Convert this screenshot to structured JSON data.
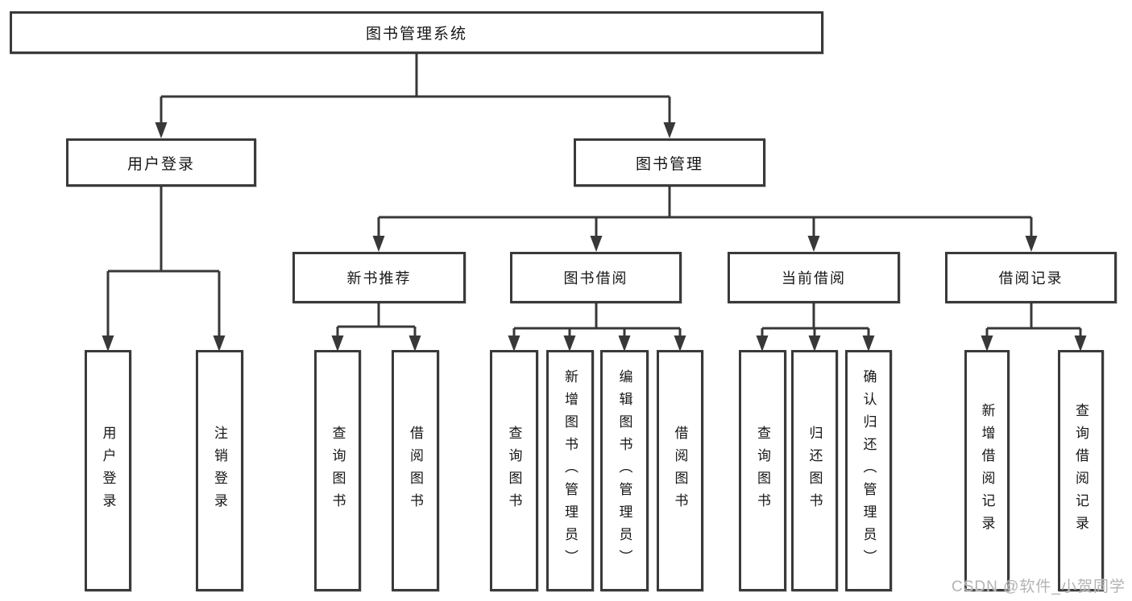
{
  "tree": {
    "label": "图书管理系统",
    "children": [
      {
        "label": "用户登录",
        "children": [
          {
            "label": "用户登录"
          },
          {
            "label": "注销登录"
          }
        ]
      },
      {
        "label": "图书管理",
        "children": [
          {
            "label": "新书推荐",
            "children": [
              {
                "label": "查询图书"
              },
              {
                "label": "借阅图书"
              }
            ]
          },
          {
            "label": "图书借阅",
            "children": [
              {
                "label": "查询图书"
              },
              {
                "label": "新增图书（管理员）"
              },
              {
                "label": "编辑图书（管理员）"
              },
              {
                "label": "借阅图书"
              }
            ]
          },
          {
            "label": "当前借阅",
            "children": [
              {
                "label": "查询图书"
              },
              {
                "label": "归还图书"
              },
              {
                "label": "确认归还（管理员）"
              }
            ]
          },
          {
            "label": "借阅记录",
            "children": [
              {
                "label": "新增借阅记录"
              },
              {
                "label": "查询借阅记录"
              }
            ]
          }
        ]
      }
    ]
  },
  "watermark": {
    "text": "CSDN @软件_小贺同学"
  },
  "colors": {
    "line": "#383838",
    "box_border": "#3a3a3a",
    "text": "#161616",
    "watermark": "#b3b3b3",
    "background": "#ffffff"
  }
}
